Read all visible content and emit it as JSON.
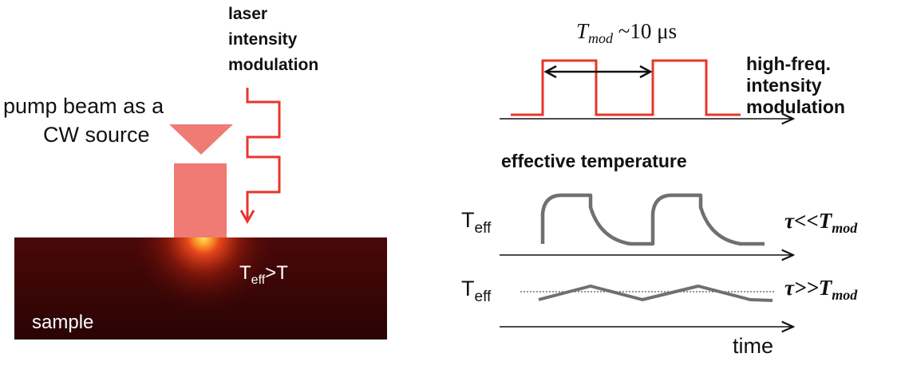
{
  "left": {
    "laser_label_1": "laser",
    "laser_label_2": "intensity",
    "laser_label_3": "modulation",
    "pump_label_1": "pump beam as a",
    "pump_label_2": "CW source",
    "sample_label": "sample",
    "teff_main": "T",
    "teff_sub": "eff",
    "teff_rest": ">T"
  },
  "right": {
    "tmod_T": "T",
    "tmod_sub": "mod",
    "tmod_rest": " ~10 μs",
    "hf_label_1": "high-freq.",
    "hf_label_2": "intensity",
    "hf_label_3": "modulation",
    "effective_label": "effective temperature",
    "teff1_main": "T",
    "teff1_sub": "eff",
    "teff2_main": "T",
    "teff2_sub": "eff",
    "cond1_tau": "τ",
    "cond1_rel": "<<",
    "cond1_T": "T",
    "cond1_sub": "mod",
    "cond2_tau": "τ",
    "cond2_rel": ">>",
    "cond2_T": "T",
    "cond2_sub": "mod",
    "time_label": "time"
  },
  "colors": {
    "laser_red": "#e8362b",
    "beam_pink": "#ef7b74",
    "sample_dark": "#3a0606",
    "curve_gray": "#707070"
  }
}
